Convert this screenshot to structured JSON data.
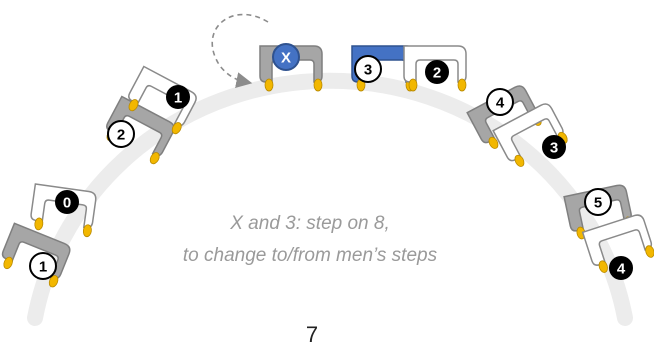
{
  "caption": {
    "line1": "X and 3: step on 8,",
    "line2": "to change to/from men’s steps"
  },
  "beat_number": "7",
  "colors": {
    "arc": "#ececec",
    "foot_gray": "#a6a6a6",
    "foot_white": "#ffffff",
    "foot_blue": "#4472c4",
    "toe": "#f2b700",
    "badge_black": "#000000",
    "badge_white": "#ffffff",
    "badge_blue": "#4472c4",
    "arrow": "#8c8c8c"
  },
  "feet": [
    {
      "id": "p0-gray",
      "style": "gray"
    },
    {
      "id": "p0-white",
      "style": "white"
    },
    {
      "id": "p1-gray",
      "style": "gray"
    },
    {
      "id": "p1-white",
      "style": "white"
    },
    {
      "id": "p2-gray",
      "style": "gray"
    },
    {
      "id": "p2-white",
      "style": "white"
    },
    {
      "id": "p3-blue",
      "style": "blue"
    },
    {
      "id": "p3-white",
      "style": "white"
    },
    {
      "id": "p4-gray",
      "style": "gray"
    },
    {
      "id": "p4-white",
      "style": "white"
    },
    {
      "id": "p5-gray",
      "style": "gray"
    },
    {
      "id": "p5-white",
      "style": "white"
    }
  ],
  "badges": [
    {
      "label": "0",
      "style": "black"
    },
    {
      "label": "1",
      "style": "white"
    },
    {
      "label": "1",
      "style": "black"
    },
    {
      "label": "2",
      "style": "white"
    },
    {
      "label": "X",
      "style": "blue"
    },
    {
      "label": "3",
      "style": "white"
    },
    {
      "label": "2",
      "style": "black"
    },
    {
      "label": "4",
      "style": "white"
    },
    {
      "label": "3",
      "style": "black"
    },
    {
      "label": "5",
      "style": "white"
    },
    {
      "label": "4",
      "style": "black"
    }
  ]
}
